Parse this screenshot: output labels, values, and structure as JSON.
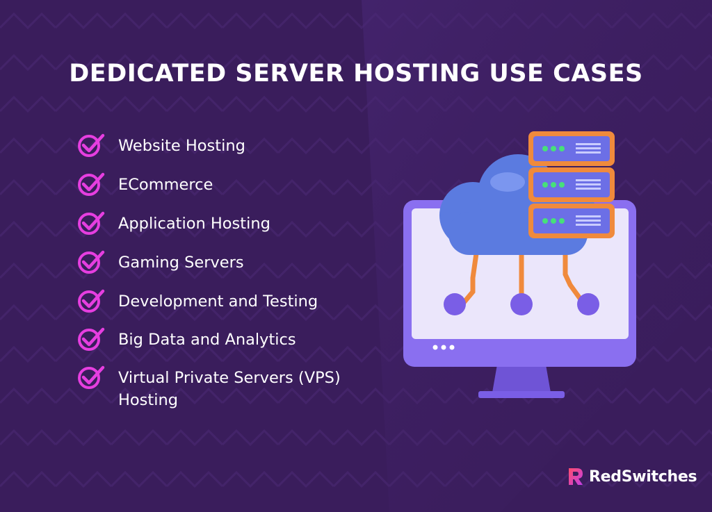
{
  "title": "DEDICATED SERVER HOSTING USE CASES",
  "use_cases": [
    "Website Hosting",
    "ECommerce",
    "Application Hosting",
    "Gaming Servers",
    "Development and Testing",
    "Big Data and Analytics",
    "Virtual Private Servers (VPS) Hosting"
  ],
  "brand": {
    "name": "RedSwitches",
    "logo_icon": "redswitches-logo-icon"
  },
  "icons": {
    "list_marker": "check-circle-icon",
    "illustration": "cloud-server-monitor-illustration"
  },
  "colors": {
    "background": "#3a1d5c",
    "accent": "#e63ee0",
    "server": "#f08a3c",
    "cloud": "#5b7be0",
    "monitor": "#8a6ff0"
  }
}
